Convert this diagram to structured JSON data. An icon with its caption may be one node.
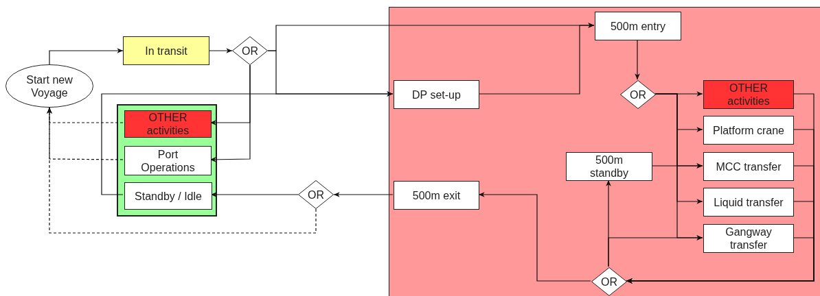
{
  "diagram": {
    "nodes": [
      {
        "text": [
          "Start new Voyage"
        ]
      },
      {
        "text": [
          "In transit"
        ]
      },
      {
        "text": [
          "OR"
        ]
      },
      {
        "text": [],
        "shape": "box"
      },
      {
        "text": [
          "OTHER activities"
        ],
        "in": 3
      },
      {
        "text": [
          "Port Operations"
        ],
        "in": 3
      },
      {
        "text": [
          "Standby / Idle"
        ],
        "in": 3
      },
      {
        "text": [
          "OR"
        ]
      },
      {
        "text": [],
        "shape": "box"
      },
      {
        "text": [
          "500m entry"
        ],
        "in": 8
      },
      {
        "text": [
          "DP set-up"
        ],
        "in": 8
      },
      {
        "text": [
          "OR"
        ],
        "in": 8
      },
      {
        "text": [
          "OTHER activities"
        ],
        "in": 8
      },
      {
        "text": [
          "Platform crane"
        ],
        "in": 8
      },
      {
        "text": [
          "500m standby"
        ],
        "in": 8
      },
      {
        "text": [
          "MCC transfer"
        ],
        "in": 8
      },
      {
        "text": [
          "500m exit"
        ],
        "in": 8
      },
      {
        "text": [
          "Liquid transfer"
        ],
        "in": 8
      },
      {
        "text": [
          "Gangway transfer"
        ],
        "in": 8
      },
      {
        "text": [
          "OR"
        ],
        "in": 8
      }
    ],
    "edges": [
      {
        "from": 0,
        "to": 1,
        "arrow": "to"
      },
      {
        "from": 1,
        "to": 2,
        "arrow": "to"
      },
      {
        "from": 2,
        "to": 9,
        "arrow": "to"
      },
      {
        "from": 2,
        "to": 10,
        "arrow": "to"
      },
      {
        "from": 2,
        "to": 4,
        "arrow": "to"
      },
      {
        "from": 2,
        "to": 5,
        "arrow": "to"
      },
      {
        "from": 6,
        "to": 10,
        "arrow": "to"
      },
      {
        "from": 10,
        "to": 9,
        "arrow": "to"
      },
      {
        "from": 9,
        "to": 11,
        "arrow": "to"
      },
      {
        "from": 11,
        "to": 12,
        "arrow": "to"
      },
      {
        "from": 11,
        "to": 13,
        "arrow": "to"
      },
      {
        "from": 11,
        "to": 15,
        "arrow": "to"
      },
      {
        "from": 11,
        "to": 17,
        "arrow": "to"
      },
      {
        "from": 11,
        "to": 18,
        "arrow": "to"
      },
      {
        "from": 14,
        "to": 15,
        "arrow": "to"
      },
      {
        "from": 19,
        "to": 14,
        "arrow": "to"
      },
      {
        "from": 19,
        "to": 18,
        "arrow": "to"
      },
      {
        "from": 12,
        "to": 19,
        "arrow": "to"
      },
      {
        "from": 13,
        "to": 19,
        "arrow": "to"
      },
      {
        "from": 15,
        "to": 19,
        "arrow": "to"
      },
      {
        "from": 17,
        "to": 19,
        "arrow": "to"
      },
      {
        "from": 18,
        "to": 19,
        "arrow": "to"
      },
      {
        "from": 19,
        "to": 16,
        "arrow": "to"
      },
      {
        "from": 16,
        "to": 7,
        "arrow": "to"
      },
      {
        "from": 7,
        "to": 6,
        "arrow": "to"
      },
      {
        "from": 7,
        "to": 0,
        "arrow": "to",
        "style": "dashed"
      },
      {
        "from": 4,
        "to": 0,
        "arrow": "to",
        "style": "dashed"
      },
      {
        "from": 5,
        "to": 0,
        "arrow": "to",
        "style": "dashed"
      }
    ]
  }
}
